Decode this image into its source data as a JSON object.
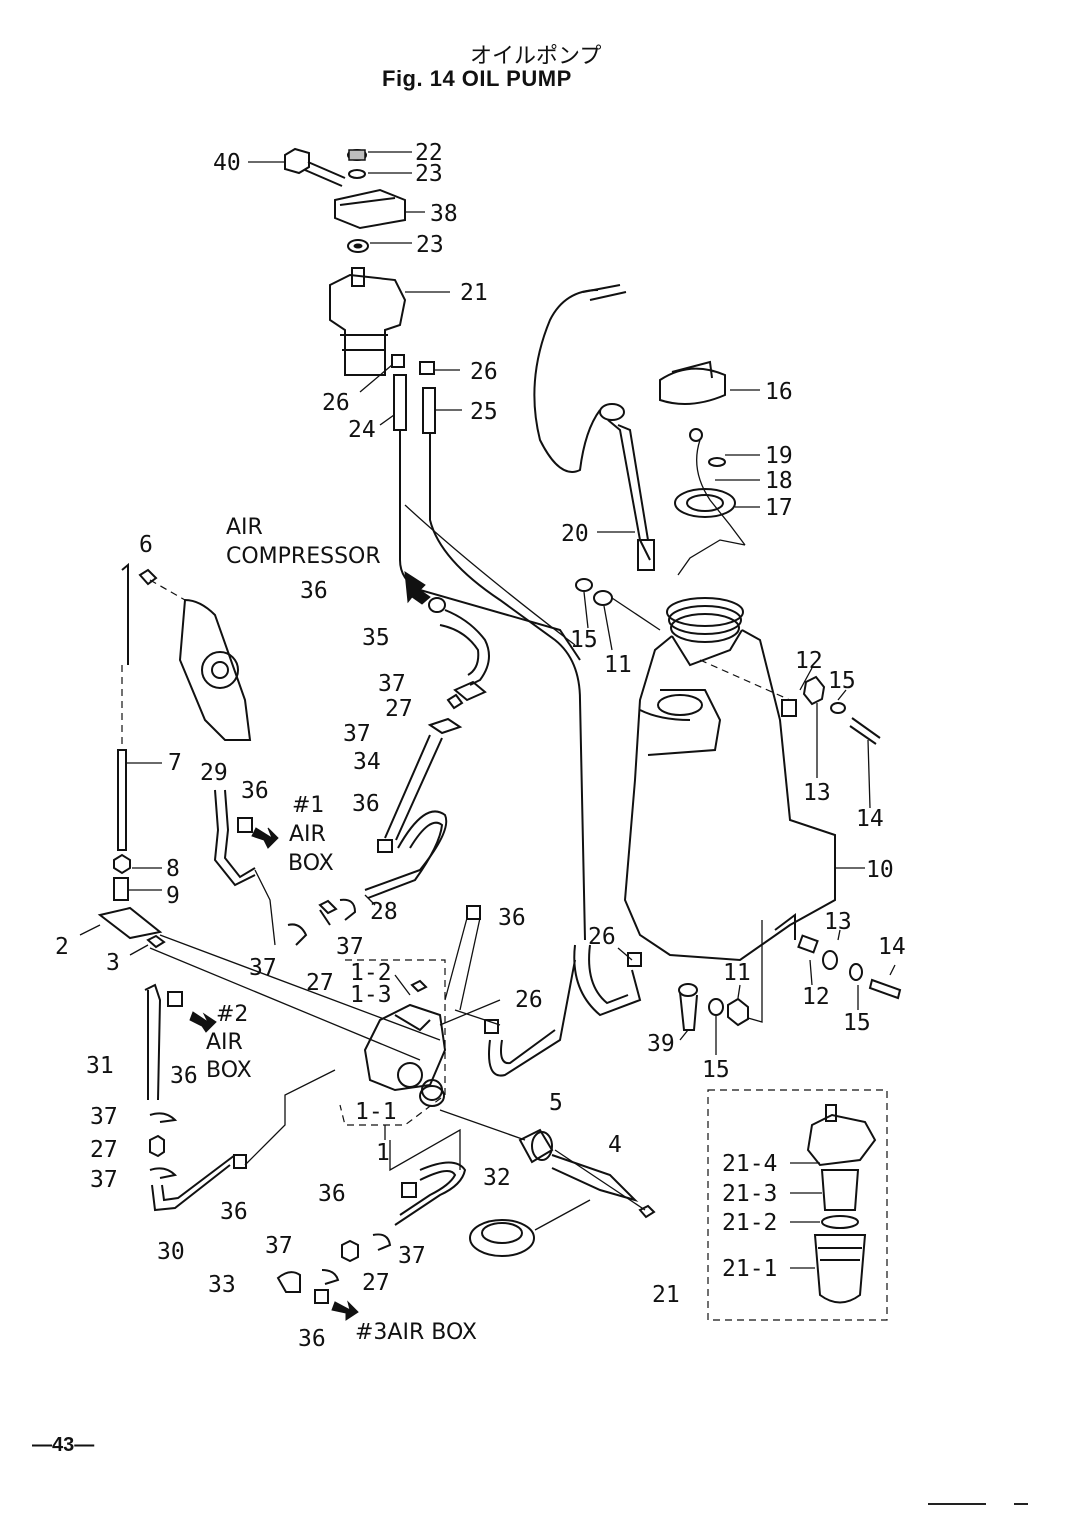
{
  "title_jp": "オイルポンプ",
  "title_en": "Fig. 14   OIL PUMP",
  "page_number": "—43—",
  "labels": {
    "air_compressor_1": "AIR",
    "air_compressor_2": "COMPRESSOR",
    "air_box_1_a": "#1",
    "air_box_1_b": "AIR",
    "air_box_1_c": "BOX",
    "air_box_2_a": "#2",
    "air_box_2_b": "AIR",
    "air_box_2_c": "BOX",
    "air_box_3": "#3AIR BOX"
  },
  "callouts": [
    "40",
    "22",
    "23",
    "38",
    "23",
    "21",
    "26",
    "26",
    "24",
    "25",
    "16",
    "19",
    "18",
    "17",
    "20",
    "6",
    "36",
    "35",
    "37",
    "27",
    "37",
    "34",
    "7",
    "29",
    "36",
    "36",
    "8",
    "9",
    "2",
    "3",
    "28",
    "37",
    "27",
    "37",
    "36",
    "1-2",
    "1-3",
    "26",
    "31",
    "36",
    "37",
    "27",
    "37",
    "30",
    "36",
    "36",
    "32",
    "37",
    "27",
    "37",
    "33",
    "36",
    "1-1",
    "1",
    "5",
    "4",
    "15",
    "11",
    "12",
    "15",
    "13",
    "14",
    "10",
    "26",
    "13",
    "14",
    "11",
    "12",
    "15",
    "39",
    "15",
    "21-4",
    "21-3",
    "21-2",
    "21-1",
    "21"
  ]
}
